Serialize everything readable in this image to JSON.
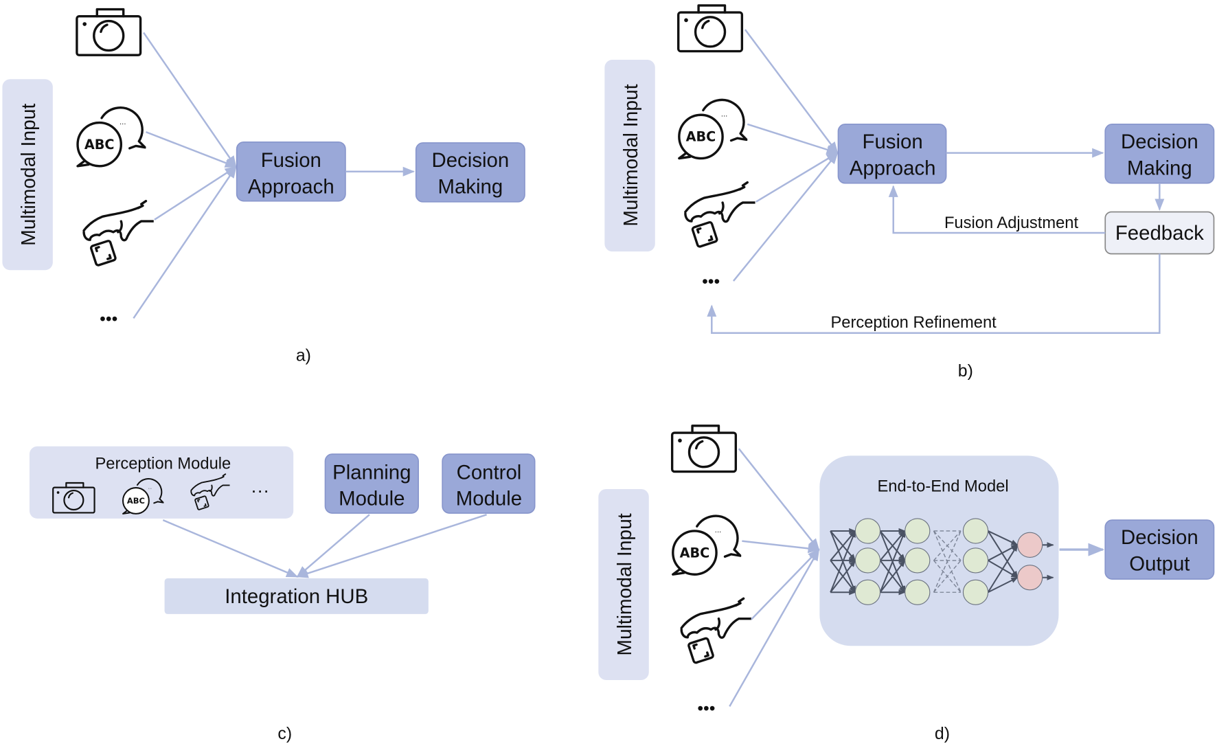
{
  "colors": {
    "input_panel": "#dde1f2",
    "module_box": "#9aa8d8",
    "module_border": "#8896cc",
    "connector": "#a9b6dc",
    "hub_fill": "#d5dcef",
    "feedback_fill": "#eef0f7",
    "hidden_node": "#dfe9d3",
    "output_node": "#ecc9c9",
    "network_edge": "#4a5263"
  },
  "panel_a": {
    "input_label": "Multimodal Input",
    "icons": [
      "camera-icon",
      "chat-bubbles-icon",
      "hand-dice-icon"
    ],
    "more": "•••",
    "fusion": [
      "Fusion",
      "Approach"
    ],
    "decision": [
      "Decision",
      "Making"
    ],
    "caption": "a)"
  },
  "panel_b": {
    "input_label": "Multimodal Input",
    "icons": [
      "camera-icon",
      "chat-bubbles-icon",
      "hand-dice-icon"
    ],
    "more": "•••",
    "fusion": [
      "Fusion",
      "Approach"
    ],
    "decision": [
      "Decision",
      "Making"
    ],
    "feedback": "Feedback",
    "fusion_adjustment": "Fusion Adjustment",
    "perception_refinement": "Perception Refinement",
    "caption": "b)"
  },
  "panel_c": {
    "perception_module": "Perception Module",
    "icons": [
      "camera-icon",
      "chat-bubbles-icon",
      "hand-dice-icon"
    ],
    "more": "···",
    "planning": [
      "Planning",
      "Module"
    ],
    "control": [
      "Control",
      "Module"
    ],
    "hub": "Integration HUB",
    "caption": "c)"
  },
  "panel_d": {
    "input_label": "Multimodal Input",
    "icons": [
      "camera-icon",
      "chat-bubbles-icon",
      "hand-dice-icon"
    ],
    "more": "•••",
    "model_title": "End-to-End Model",
    "network_layers": [
      3,
      3,
      3,
      2
    ],
    "output": [
      "Decision",
      "Output"
    ],
    "caption": "d)"
  }
}
